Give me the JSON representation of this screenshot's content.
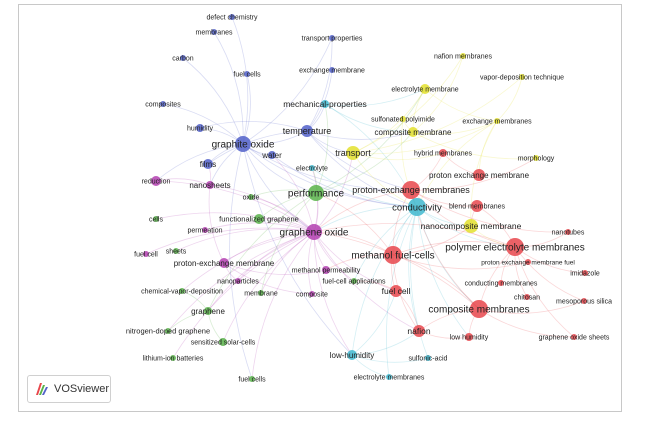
{
  "app": {
    "name": "VOSviewer"
  },
  "clusters": {
    "red": "#e8474c",
    "green": "#59b34a",
    "blue": "#5160c9",
    "yellow": "#e3e02d",
    "purple": "#b33fb0",
    "cyan": "#3fb8cf"
  },
  "nodes": [
    {
      "id": "defect-chemistry",
      "label": "defect chemistry",
      "cluster": "blue"
    },
    {
      "id": "membranes-top",
      "label": "membranes",
      "cluster": "blue"
    },
    {
      "id": "transport-properties",
      "label": "transport properties",
      "cluster": "blue"
    },
    {
      "id": "carbon",
      "label": "carbon",
      "cluster": "blue"
    },
    {
      "id": "fuel-cells-top",
      "label": "fuel cells",
      "cluster": "blue"
    },
    {
      "id": "exchange-membrane",
      "label": "exchange membrane",
      "cluster": "blue"
    },
    {
      "id": "nafion-membranes",
      "label": "nafion membranes",
      "cluster": "yellow"
    },
    {
      "id": "vapor-deposition-technique",
      "label": "vapor-deposition technique",
      "cluster": "yellow"
    },
    {
      "id": "electrolyte-membrane",
      "label": "electrolyte membrane",
      "cluster": "yellow"
    },
    {
      "id": "composites",
      "label": "composites",
      "cluster": "blue"
    },
    {
      "id": "mechanical-properties",
      "label": "mechanical-properties",
      "cluster": "cyan"
    },
    {
      "id": "sulfonated-polyimide",
      "label": "sulfonated polyimide",
      "cluster": "yellow"
    },
    {
      "id": "exchange-membranes",
      "label": "exchange membranes",
      "cluster": "yellow"
    },
    {
      "id": "humidity",
      "label": "humidity",
      "cluster": "blue"
    },
    {
      "id": "temperature",
      "label": "temperature",
      "cluster": "blue"
    },
    {
      "id": "composite-membrane",
      "label": "composite membrane",
      "cluster": "yellow"
    },
    {
      "id": "graphite-oxide",
      "label": "graphite oxide",
      "cluster": "blue"
    },
    {
      "id": "water",
      "label": "water",
      "cluster": "blue"
    },
    {
      "id": "transport",
      "label": "transport",
      "cluster": "yellow"
    },
    {
      "id": "hybrid-membranes",
      "label": "hybrid membranes",
      "cluster": "red"
    },
    {
      "id": "morphology",
      "label": "morphology",
      "cluster": "yellow"
    },
    {
      "id": "films",
      "label": "films",
      "cluster": "blue"
    },
    {
      "id": "electrolyte",
      "label": "electrolyte",
      "cluster": "cyan"
    },
    {
      "id": "proton-exchange-membrane-r",
      "label": "proton exchange membrane",
      "cluster": "red"
    },
    {
      "id": "reduction",
      "label": "reduction",
      "cluster": "purple"
    },
    {
      "id": "nanosheets",
      "label": "nanosheets",
      "cluster": "purple"
    },
    {
      "id": "oxide",
      "label": "oxide",
      "cluster": "green"
    },
    {
      "id": "performance",
      "label": "performance",
      "cluster": "green"
    },
    {
      "id": "proton-exchange-membranes",
      "label": "proton-exchange membranes",
      "cluster": "red"
    },
    {
      "id": "blend-membranes",
      "label": "blend membranes",
      "cluster": "red"
    },
    {
      "id": "conductivity",
      "label": "conductivity",
      "cluster": "cyan"
    },
    {
      "id": "cells",
      "label": "cells",
      "cluster": "green"
    },
    {
      "id": "functionalized-graphene",
      "label": "functionalized graphene",
      "cluster": "green"
    },
    {
      "id": "nanocomposite-membrane",
      "label": "nanocomposite membrane",
      "cluster": "yellow"
    },
    {
      "id": "nanotubes",
      "label": "nanotubes",
      "cluster": "red"
    },
    {
      "id": "permeation",
      "label": "permeation",
      "cluster": "purple"
    },
    {
      "id": "graphene-oxide",
      "label": "graphene oxide",
      "cluster": "purple"
    },
    {
      "id": "sheets",
      "label": "sheets",
      "cluster": "green"
    },
    {
      "id": "fuel-cell-left",
      "label": "fuel cell",
      "cluster": "purple"
    },
    {
      "id": "polymer-electrolyte-membranes",
      "label": "polymer electrolyte membranes",
      "cluster": "red"
    },
    {
      "id": "methanol-fuel-cells",
      "label": "methanol fuel-cells",
      "cluster": "red"
    },
    {
      "id": "proton-exchange-membrane-fuel",
      "label": "proton exchange membrane fuel",
      "cluster": "red"
    },
    {
      "id": "proton-exchange-membrane-l",
      "label": "proton-exchange membrane",
      "cluster": "purple"
    },
    {
      "id": "methanol-permeability",
      "label": "methanol permeability",
      "cluster": "purple"
    },
    {
      "id": "imidazole",
      "label": "imidazole",
      "cluster": "red"
    },
    {
      "id": "nanoparticles",
      "label": "nanoparticles",
      "cluster": "purple"
    },
    {
      "id": "fuel-cell-applications",
      "label": "fuel-cell applications",
      "cluster": "green"
    },
    {
      "id": "conducting-membranes",
      "label": "conducting membranes",
      "cluster": "red"
    },
    {
      "id": "chemical-vapor-deposition",
      "label": "chemical-vapor-deposition",
      "cluster": "green"
    },
    {
      "id": "membrane",
      "label": "membrane",
      "cluster": "green"
    },
    {
      "id": "composite",
      "label": "composite",
      "cluster": "purple"
    },
    {
      "id": "fuel-cell-mid",
      "label": "fuel cell",
      "cluster": "red"
    },
    {
      "id": "chitosan",
      "label": "chitosan",
      "cluster": "red"
    },
    {
      "id": "mesoporous-silica",
      "label": "mesoporous silica",
      "cluster": "red"
    },
    {
      "id": "graphene",
      "label": "graphene",
      "cluster": "green"
    },
    {
      "id": "composite-membranes",
      "label": "composite membranes",
      "cluster": "red"
    },
    {
      "id": "nitrogen-doped-graphene",
      "label": "nitrogen-doped graphene",
      "cluster": "green"
    },
    {
      "id": "nafion",
      "label": "nafion",
      "cluster": "red"
    },
    {
      "id": "low-humidity",
      "label": "low humidity",
      "cluster": "red"
    },
    {
      "id": "graphene-oxide-sheets",
      "label": "graphene oxide sheets",
      "cluster": "red"
    },
    {
      "id": "sensitized-solar-cells",
      "label": "sensitized solar-cells",
      "cluster": "green"
    },
    {
      "id": "lithium-ion-batteries",
      "label": "lithium-ion batteries",
      "cluster": "green"
    },
    {
      "id": "low-humidity-2",
      "label": "low-humidity",
      "cluster": "cyan"
    },
    {
      "id": "sulfonic-acid",
      "label": "sulfonic-acid",
      "cluster": "cyan"
    },
    {
      "id": "fuel-cells-bottom",
      "label": "fuel cells",
      "cluster": "green"
    },
    {
      "id": "electrolyte-membranes",
      "label": "electrolyte membranes",
      "cluster": "cyan"
    }
  ]
}
